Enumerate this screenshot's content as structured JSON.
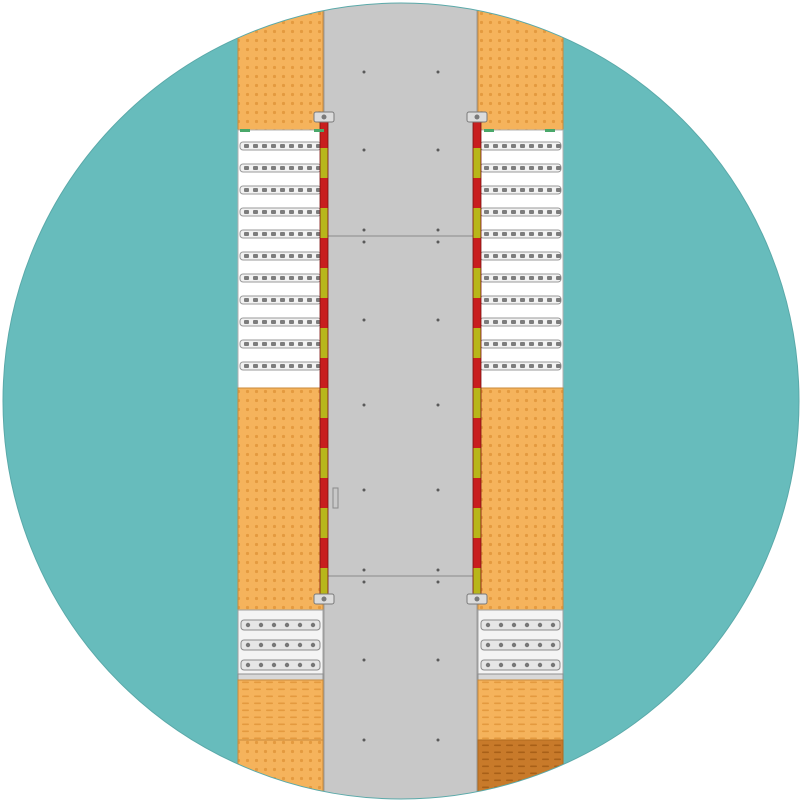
{
  "colors": {
    "background": "#ffffff",
    "circle": "#67bcbc",
    "walkway": "#c8c8c8",
    "walkway_seam": "#8a8a8a",
    "tread_orange": "#f5b35c",
    "tread_dot": "#e49a3f",
    "tread_dark": "#c87a2a",
    "roller_light": "#f2f2f2",
    "roller_dark": "#9a9a9a",
    "rail_red": "#c81e1e",
    "rail_yellow": "#b8b61a",
    "bracket": "#7a7a7a"
  },
  "icons": {
    "rail_bracket": "clamp-bracket-icon",
    "bolt": "bolt-dot-icon"
  },
  "layout_groups": {
    "left_column": [
      "top-tread-panel",
      "roller-bed",
      "middle-tread-panel",
      "roller-module",
      "grate-panel",
      "bottom-tread-panel"
    ],
    "right_column": [
      "top-tread-panel",
      "roller-bed",
      "middle-tread-panel",
      "roller-module",
      "grate-panel",
      "bottom-tread-panel"
    ],
    "roller_bed_rows": 11,
    "guard_rail_segments": 16,
    "walkway_plates": 3
  }
}
